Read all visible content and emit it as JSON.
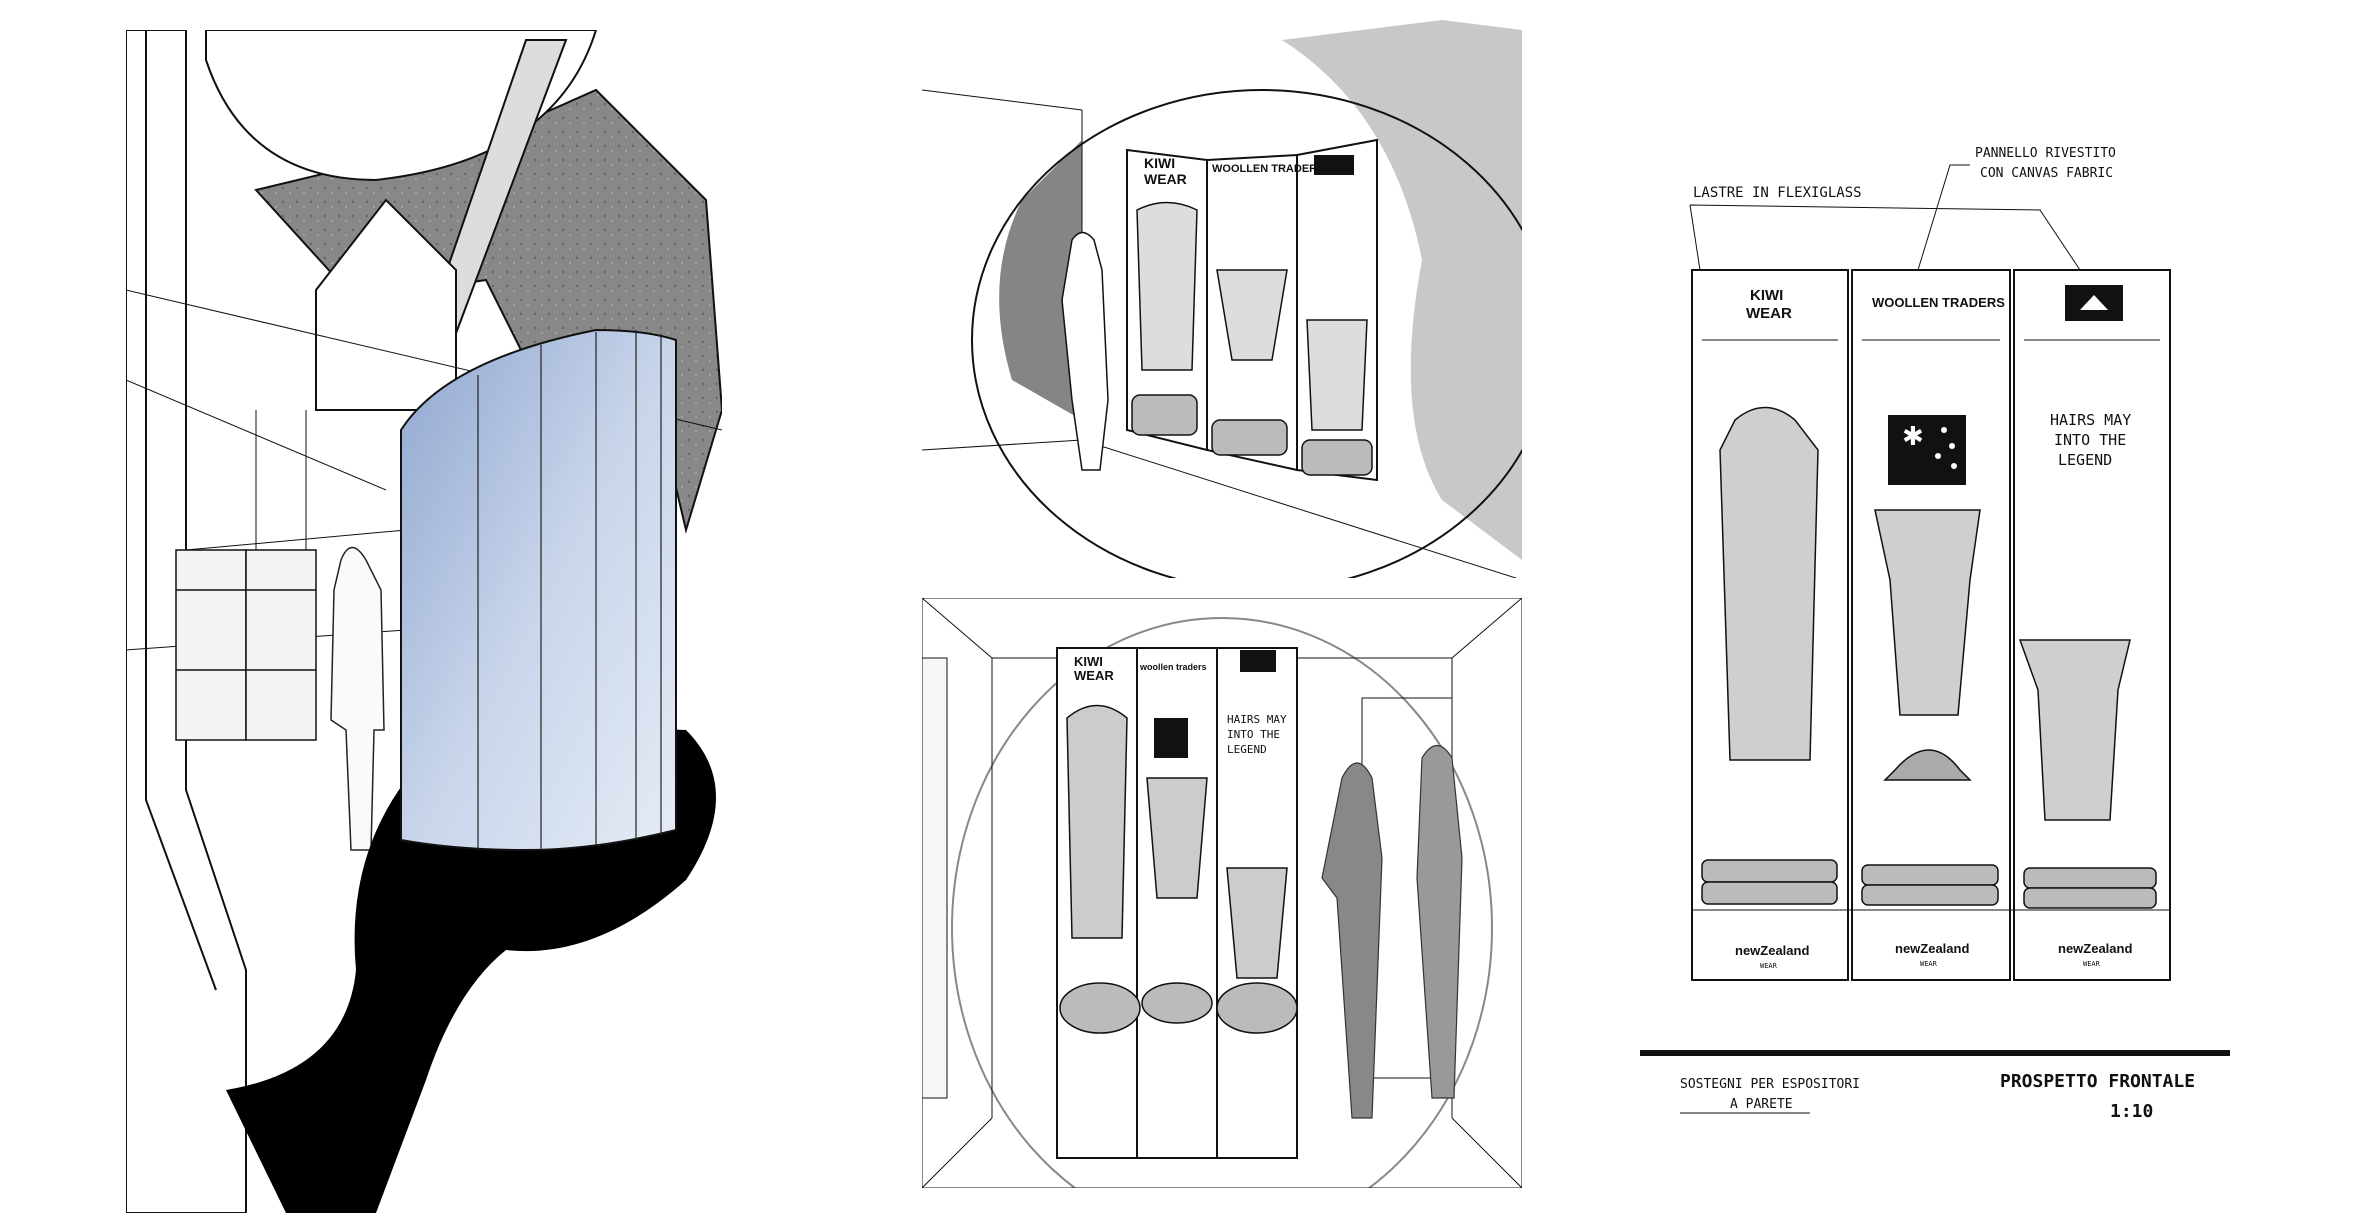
{
  "panels": {
    "left_perspective": {},
    "top_right_perspective": {
      "kiwi_line1": "KIWI",
      "kiwi_line2": "WEAR",
      "woollen_traders": "WOOLLEN TRADERS"
    },
    "bottom_right_perspective": {
      "kiwi_line1": "KIWI",
      "kiwi_line2": "WEAR",
      "woollen_traders": "woollen traders",
      "slogan_line1": "HAIRS MAY",
      "slogan_line2": "INTO THE",
      "slogan_line3": "LEGEND"
    },
    "elevation": {
      "annotation_flexiglass": "LASTRE IN FLEXIGLASS",
      "annotation_panel_line1": "PANNELLO RIVESTITO",
      "annotation_panel_line2": "CON CANVAS FABRIC",
      "kiwi_line1": "KIWI",
      "kiwi_line2": "WEAR",
      "woollen_traders": "WOOLLEN TRADERS",
      "slogan_line1": "HAIRS MAY",
      "slogan_line2": "INTO THE",
      "slogan_line3": "LEGEND",
      "footer_brand": "newZealand",
      "footer_brand_sub": "WEAR",
      "caption_left_line1": "SOSTEGNI PER ESPOSITORI",
      "caption_left_line2": "A PARETE",
      "title": "PROSPETTO FRONTALE",
      "scale": "1:10"
    }
  },
  "colors": {
    "ink": "#111111",
    "wash_grey": "#8a8a8a",
    "glass_blue": "#b9c9e3",
    "floor_black": "#000000"
  }
}
